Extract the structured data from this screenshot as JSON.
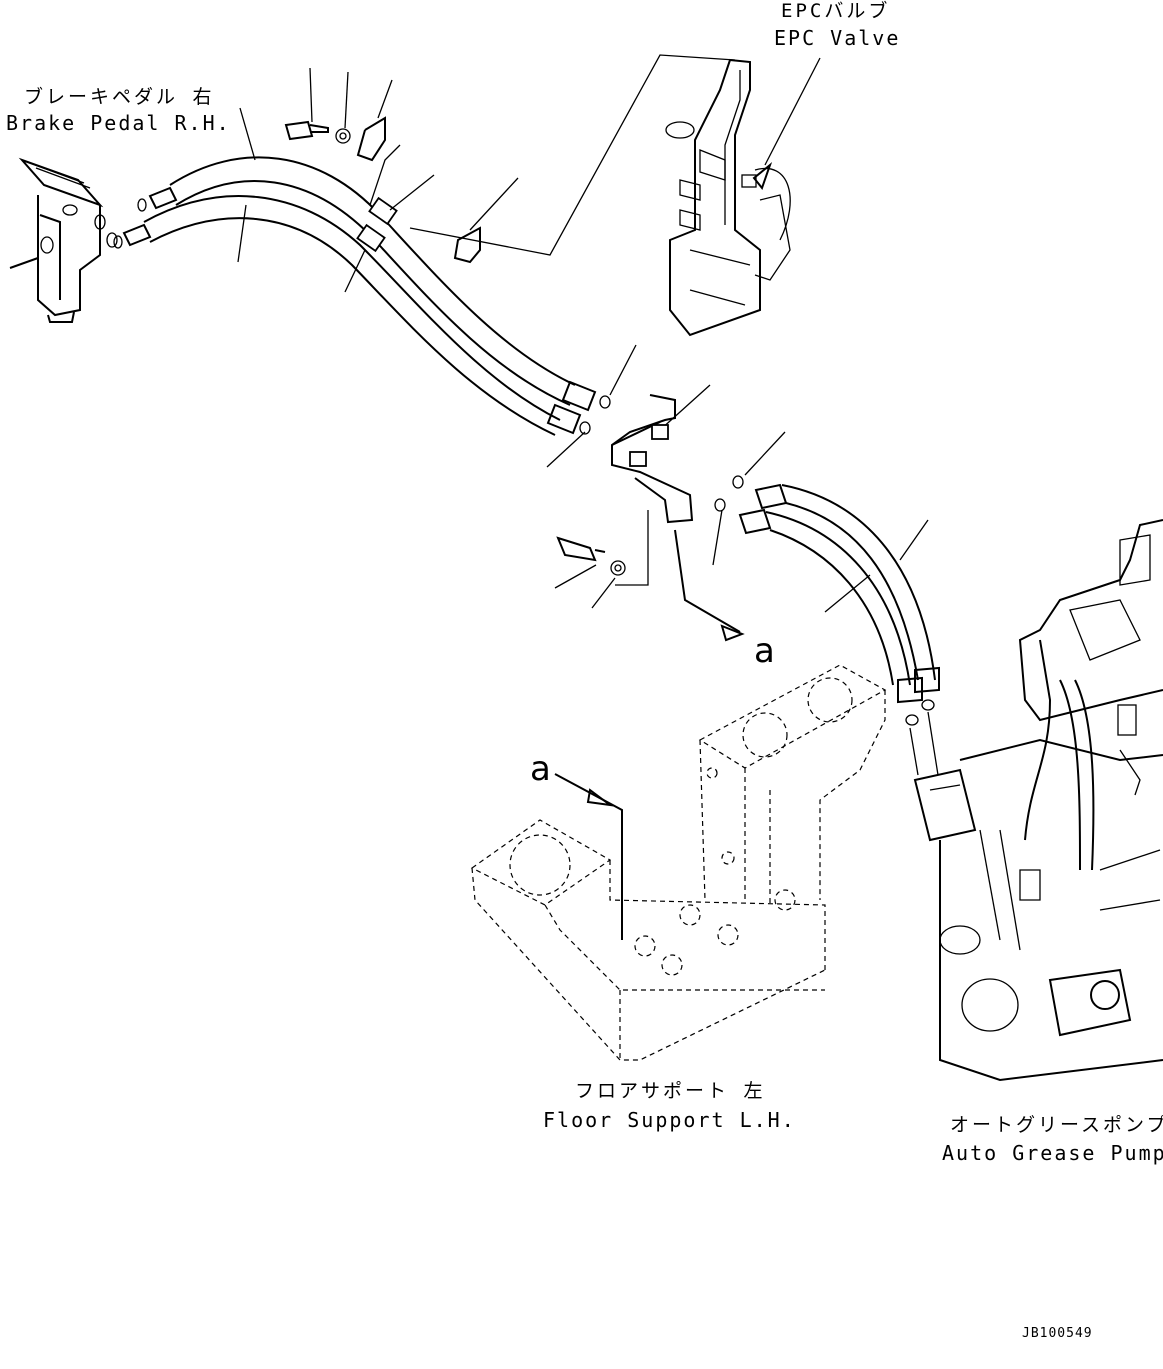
{
  "labels": {
    "epc_valve_jp": "EPCバルブ",
    "epc_valve_en": "EPC Valve",
    "brake_pedal_jp": "ブレーキペダル 右",
    "brake_pedal_en": "Brake Pedal R.H.",
    "floor_support_jp": "フロアサポート 左",
    "floor_support_en": "Floor Support L.H.",
    "grease_pump_jp": "オートグリースポンプ",
    "grease_pump_en": "Auto Grease Pump"
  },
  "view_marks": {
    "arrow_a_top": "a",
    "arrow_a_bottom": "a"
  },
  "doc_id": "JB100549"
}
